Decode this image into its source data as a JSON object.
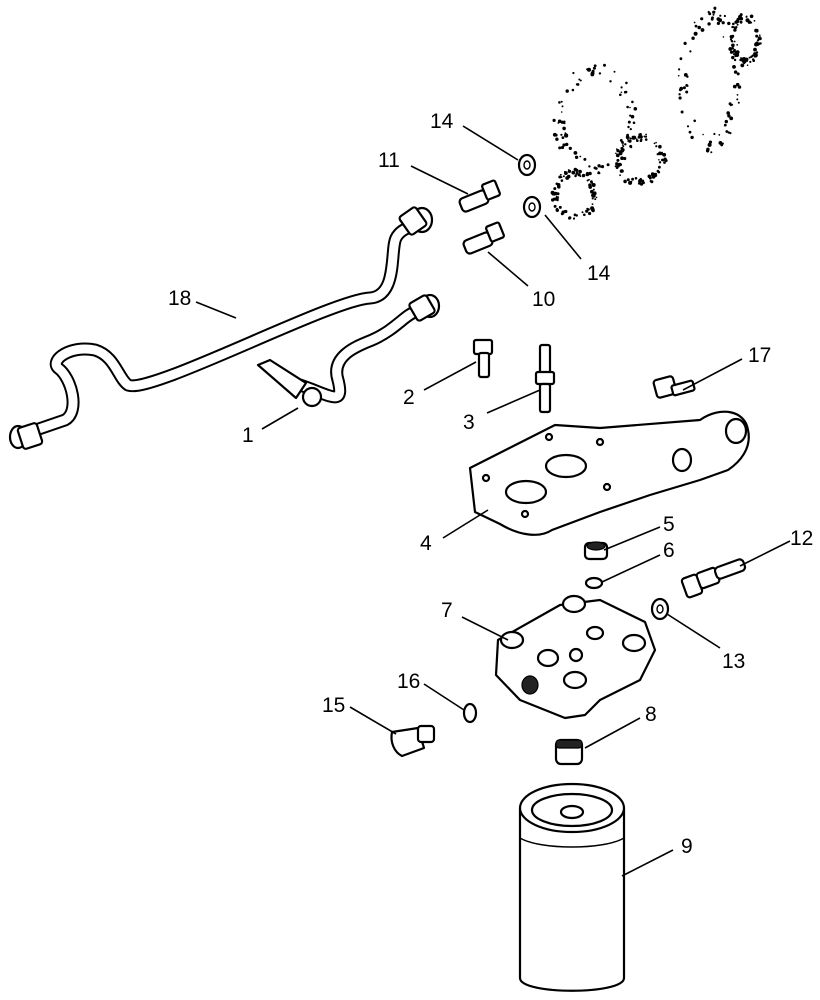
{
  "diagram": {
    "callouts": [
      "14",
      "11",
      "14",
      "10",
      "18",
      "1",
      "2",
      "3",
      "17",
      "4",
      "5",
      "6",
      "12",
      "13",
      "7",
      "16",
      "15",
      "8",
      "9"
    ]
  }
}
